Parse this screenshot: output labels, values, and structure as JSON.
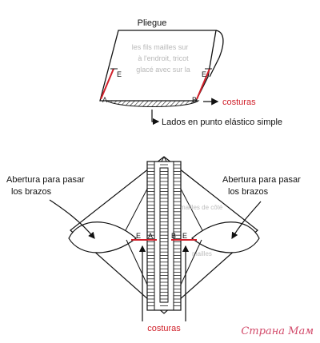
{
  "top_diagram": {
    "fold_label": "Pliegue",
    "seams_label": "costuras",
    "sides_label": "Lados en punto elástico simple",
    "marker_e": "E",
    "marker_a": "A",
    "marker_b": "B",
    "faint_text_lines": [
      "les fils mailles sur",
      "à l'endroit, tricot",
      "glacé avec sur la"
    ]
  },
  "bottom_diagram": {
    "arm_opening_left": [
      "Abertura para pasar",
      "los brazos"
    ],
    "arm_opening_right": [
      "Abertura para pasar",
      "los brazos"
    ],
    "seams_label": "costuras",
    "marker_e": "E",
    "marker_a": "A",
    "marker_b": "B",
    "faint_text_lines": [
      "mailles de côté",
      "mailles"
    ]
  },
  "watermark": "Страна Мам",
  "colors": {
    "seam_red": "#d0202a",
    "ink": "#111111",
    "watermark": "#d24a6a"
  }
}
